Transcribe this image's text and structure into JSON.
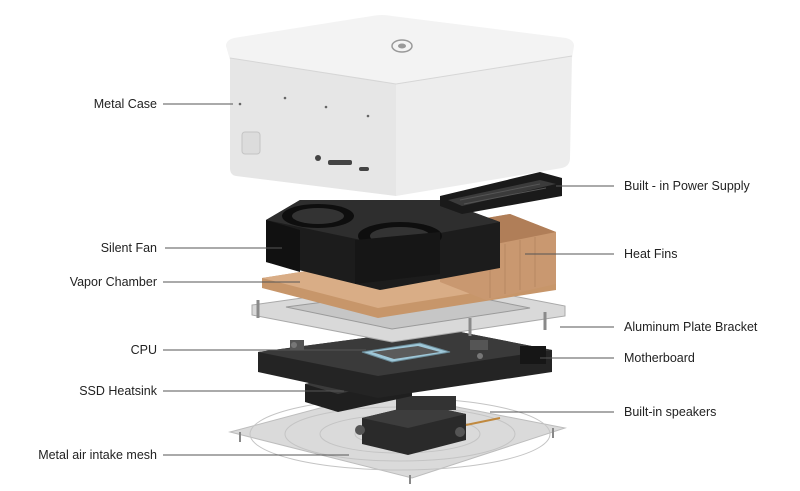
{
  "labels": {
    "metal_case": "Metal Case",
    "power_supply": "Built - in Power Supply",
    "silent_fan": "Silent Fan",
    "heat_fins": "Heat Fins",
    "vapor_chamber": "Vapor Chamber",
    "aluminum_bracket": "Aluminum Plate Bracket",
    "cpu": "CPU",
    "motherboard": "Motherboard",
    "ssd_heatsink": "SSD Heatsink",
    "speakers": "Built-in speakers",
    "intake_mesh": "Metal air intake mesh"
  },
  "colors": {
    "case": "#ececec",
    "case_top": "#f4f4f4",
    "fan": "#1c1c1c",
    "copper": "#c99870",
    "board": "#2b2b2b",
    "mesh": "#d7d7d7",
    "line": "#555555"
  }
}
